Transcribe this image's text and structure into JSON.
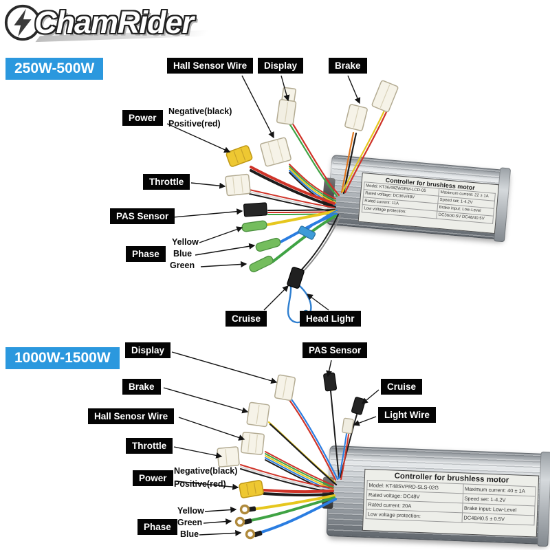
{
  "brand": "ChamRider",
  "colors": {
    "badge_blue": "#2b98de",
    "label_black": "#040404"
  },
  "sections": {
    "s250": {
      "badge": "250W-500W",
      "labels": {
        "hall": "Hall Sensor Wire",
        "display": "Display",
        "brake": "Brake",
        "power": "Power",
        "power_negative": "Negative(black)",
        "power_positive": "Positive(red)",
        "throttle": "Throttle",
        "pas": "PAS Sensor",
        "phase": "Phase",
        "phase_yellow": "Yellow",
        "phase_blue": "Blue",
        "phase_green": "Green",
        "cruise": "Cruise",
        "headlight": "Head Lighr"
      },
      "controller": {
        "title": "Controller for brushless motor",
        "specs": [
          {
            "l": "Model: KT36/48ZWSRM-LCD-05",
            "r": "Maximum current: 22 ± 1A"
          },
          {
            "l": "Rated voltage: DC36V/48V",
            "r": "Speed set: 1-4.2V"
          },
          {
            "l": "Rated current: 11A",
            "r": "Brake input: Low-Level"
          },
          {
            "l": "Low voltage protection:",
            "r": "DC36/30.5V DC48/40.5V"
          }
        ]
      }
    },
    "s1000": {
      "badge": "1000W-1500W",
      "labels": {
        "display": "Display",
        "pas": "PAS Sensor",
        "brake": "Brake",
        "cruise": "Cruise",
        "hall": "Hall Senosr Wire",
        "light": "Light Wire",
        "throttle": "Throttle",
        "power": "Power",
        "power_negative": "Negative(black)",
        "power_positive": "Positive(red)",
        "phase": "Phase",
        "phase_yellow": "Yellow",
        "phase_green": "Green",
        "phase_blue": "Blue"
      },
      "controller": {
        "title": "Controller for brushless motor",
        "specs": [
          {
            "l": "Model: KT48SVPRD-SLS-02G",
            "r": "Maximum current: 40 ± 1A"
          },
          {
            "l": "Rated voltage: DC48V",
            "r": "Speed set: 1-4.2V"
          },
          {
            "l": "Rated current: 20A",
            "r": "Brake input: Low-Level"
          },
          {
            "l": "Low voltage protection:",
            "r": "DC48/40.5 ± 0.5V"
          }
        ]
      }
    }
  }
}
